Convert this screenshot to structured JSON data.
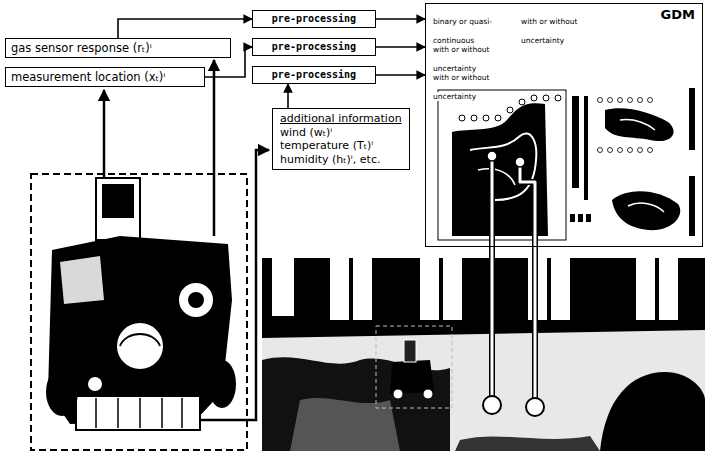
{
  "diagram": {
    "nodes": [
      {
        "text": [
          "gas sensor response (rₜ)ⁱ"
        ]
      },
      {
        "text": [
          "measurement location (xₜ)ⁱ"
        ]
      },
      {
        "text": [
          "pre-processing"
        ]
      },
      {
        "text": [
          "pre-processing"
        ]
      },
      {
        "text": [
          "pre-processing"
        ]
      },
      {
        "text": [
          "additional information",
          "wind (wₜ)ⁱ",
          "temperature (Tₜ)ⁱ",
          "humidity (hₜ)ⁱ, etc."
        ]
      },
      {
        "text": [
          "GDM"
        ]
      }
    ],
    "edges": [
      {
        "from": 0,
        "to": 2,
        "arrow": "to"
      },
      {
        "from": 1,
        "to": 3,
        "arrow": "to"
      },
      {
        "from": 5,
        "to": 4,
        "arrow": "to"
      },
      {
        "from": 2,
        "to": 6,
        "arrow": "to"
      },
      {
        "from": 3,
        "to": 6,
        "arrow": "to"
      },
      {
        "from": 4,
        "to": 6,
        "arrow": "to"
      }
    ],
    "labels": [
      "binary or quasi-continuous",
      "with or without uncertainty",
      "with or without uncertainty",
      "with or without uncertainty"
    ]
  }
}
